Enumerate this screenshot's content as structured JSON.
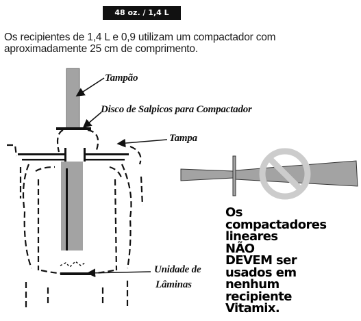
{
  "badge": "48 oz. / 1,4 L",
  "intro_text": "Os recipientes de 1,4 L e 0,9 utilizam um compactador com aproximadamente 25 cm de comprimento.",
  "labels": {
    "tampao": "Tampão",
    "disco": "Disco de Salpicos para Compactador",
    "tampa": "Tampa",
    "unidade_line1": "Unidade de",
    "unidade_line2": "Lâminas"
  },
  "warning_text": "Os compactadores lineares NÃO DEVEM ser usados em nenhum recipiente Vitamix.",
  "icons": [
    "no-symbol-icon"
  ],
  "colors": {
    "tamper": "#a3a3a3",
    "prohibition": "#cccccc"
  }
}
